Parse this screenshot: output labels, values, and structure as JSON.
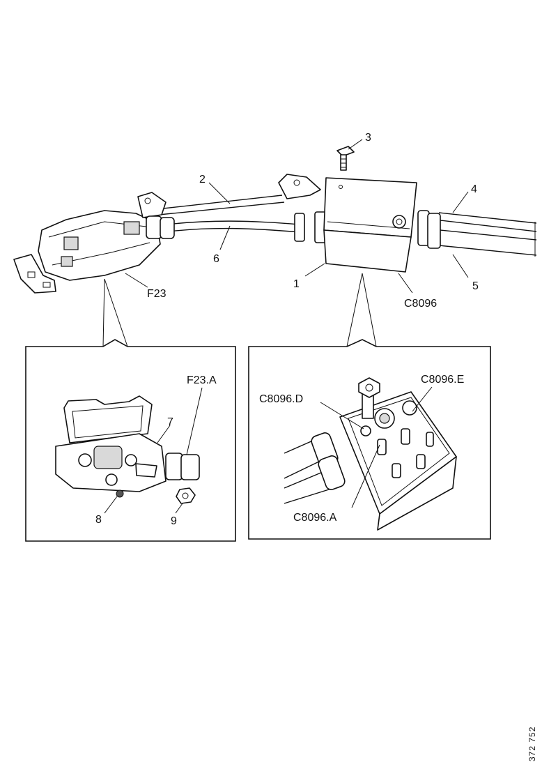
{
  "labels": {
    "l1": "1",
    "l2": "2",
    "l3": "3",
    "l4": "4",
    "l5": "5",
    "l6": "6",
    "l7": "7",
    "l8": "8",
    "l9": "9",
    "f23": "F23",
    "c8096": "C8096",
    "f23a": "F23.A",
    "c8096d": "C8096.D",
    "c8096e": "C8096.E",
    "c8096a": "C8096.A"
  },
  "reference_code": "372 752"
}
